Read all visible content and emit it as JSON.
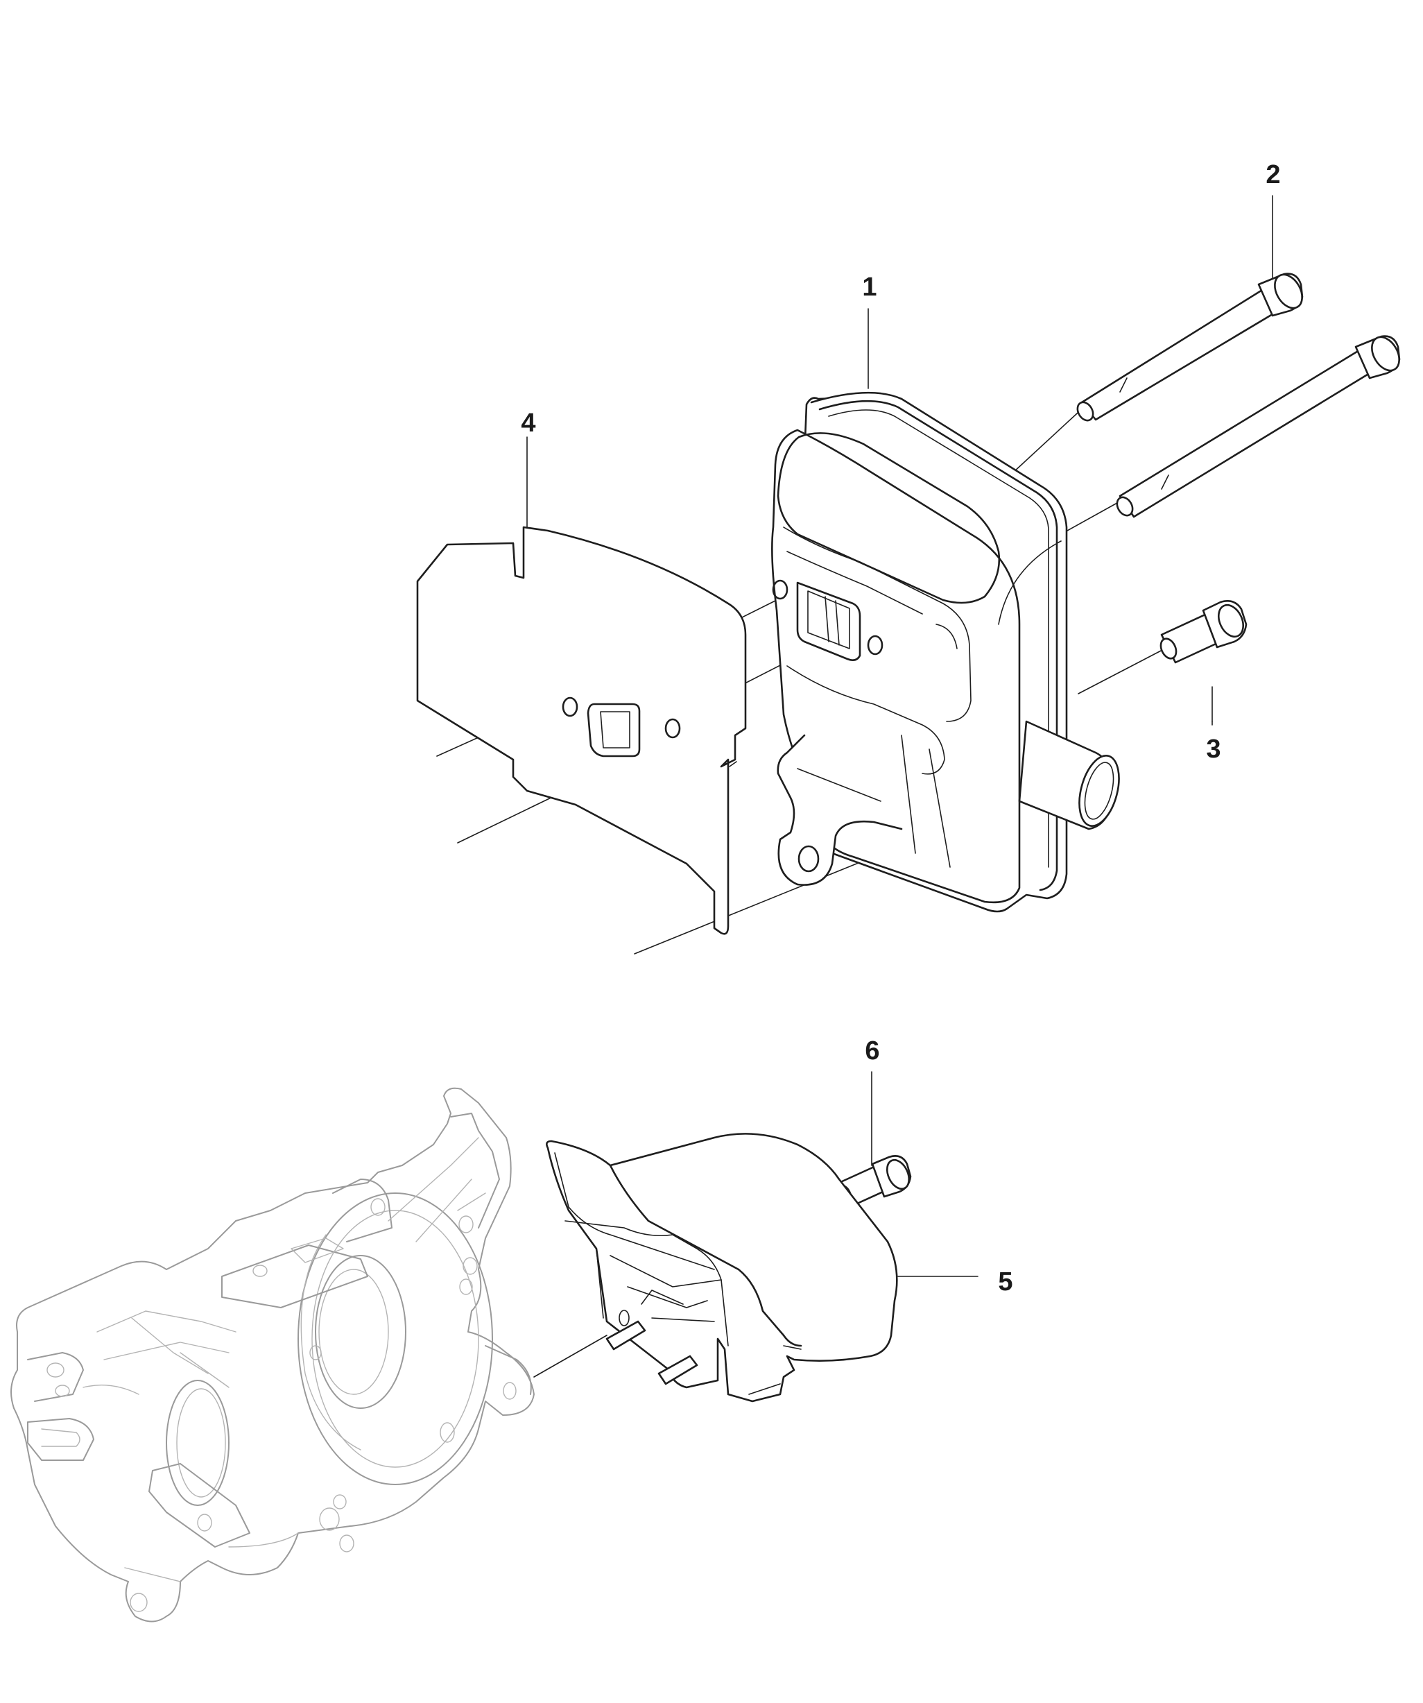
{
  "callouts": {
    "c1": "1",
    "c2": "2",
    "c3": "3",
    "c4": "4",
    "c5": "5",
    "c6": "6"
  },
  "colors": {
    "ink": "#1e1e1e",
    "ghost": "#9a9a9a",
    "background": "#ffffff"
  }
}
